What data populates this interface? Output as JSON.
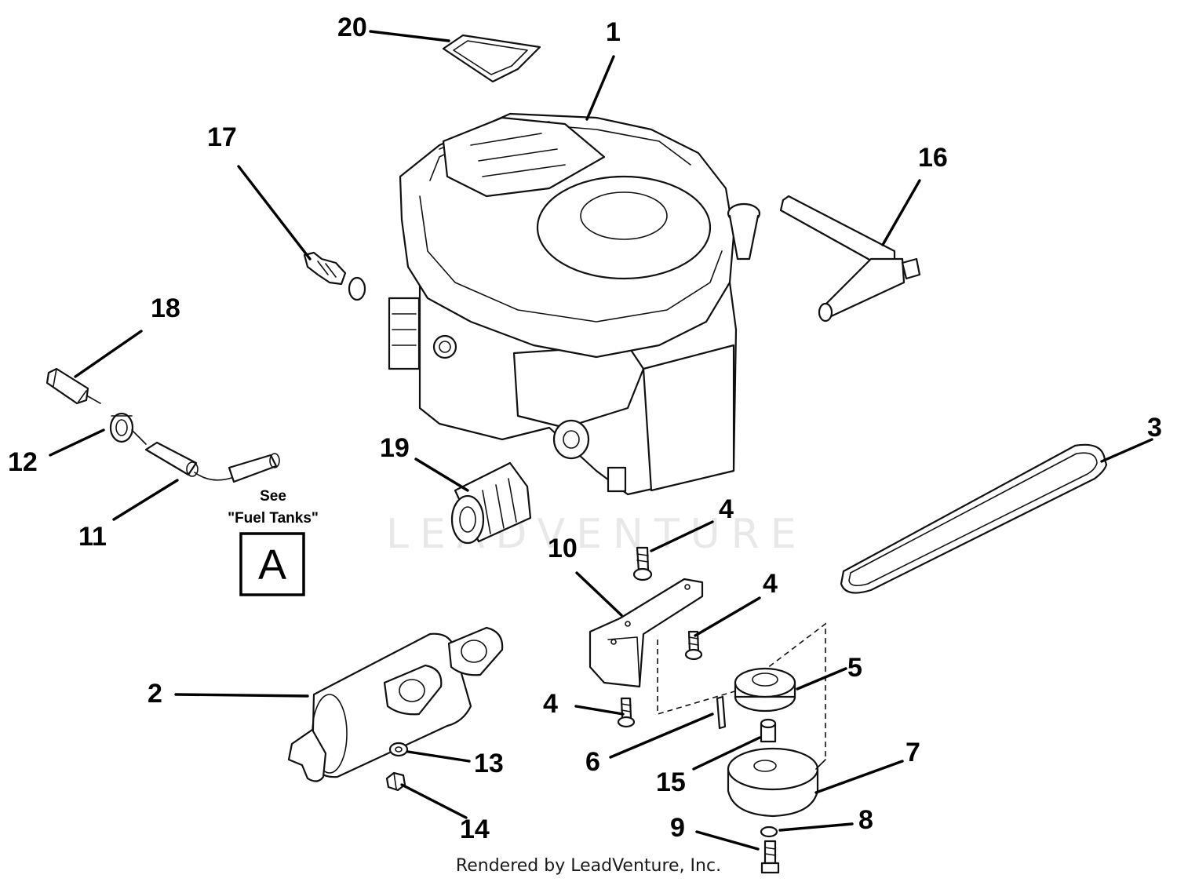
{
  "watermark": "LEADVENTURE",
  "reference": {
    "see_label": "See",
    "fuel_tanks_label": "\"Fuel Tanks\"",
    "box_letter": "A"
  },
  "callouts": {
    "c1": "1",
    "c2": "2",
    "c3": "3",
    "c4a": "4",
    "c4b": "4",
    "c4c": "4",
    "c5": "5",
    "c6": "6",
    "c7": "7",
    "c8": "8",
    "c9": "9",
    "c10": "10",
    "c11": "11",
    "c12": "12",
    "c13": "13",
    "c14": "14",
    "c15": "15",
    "c16": "16",
    "c17": "17",
    "c18": "18",
    "c19": "19",
    "c20": "20"
  },
  "footer": {
    "credit": "Rendered by LeadVenture, Inc."
  }
}
